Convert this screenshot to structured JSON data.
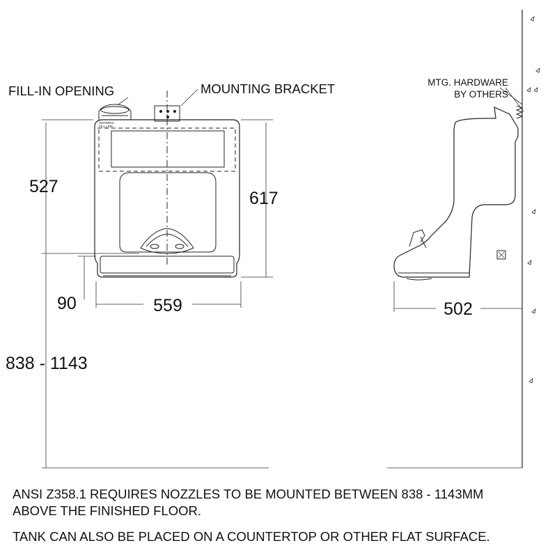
{
  "labels": {
    "fill_opening": "FILL-IN OPENING",
    "mounting_bracket": "MOUNTING BRACKET",
    "mtg_hardware_line1": "MTG. HARDWARE",
    "mtg_hardware_line2": "BY OTHERS",
    "fill_line_mark_1": "SHOWING",
    "fill_line_mark_2": "FILL LINE"
  },
  "dimensions": {
    "nozzle_height": "527",
    "tank_height": "617",
    "base_offset": "90",
    "tank_width": "559",
    "tank_depth": "502",
    "mount_range": "838 - 1143"
  },
  "notes": {
    "line1": "ANSI Z358.1 REQUIRES NOZZLES TO BE MOUNTED BETWEEN 838 - 1143MM",
    "line2": "ABOVE THE FINISHED FLOOR.",
    "line3": "TANK CAN ALSO BE PLACED ON A COUNTERTOP OR OTHER FLAT SURFACE."
  }
}
